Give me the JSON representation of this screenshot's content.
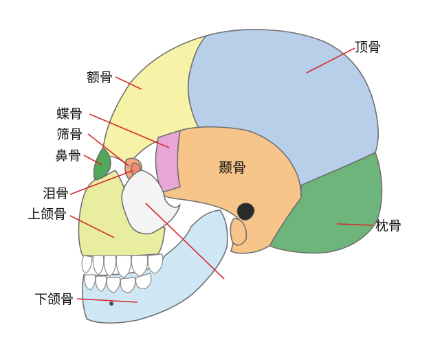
{
  "labels": {
    "parietal": "顶骨",
    "frontal": "额骨",
    "sphenoid": "蝶骨",
    "ethmoid": "筛骨",
    "nasal": "鼻骨",
    "temporal": "颞骨",
    "lacrimal": "泪骨",
    "maxilla": "上颌骨",
    "occipital": "枕骨",
    "mandible": "下颌骨"
  },
  "colors": {
    "parietal": "#b7cfe9",
    "frontal": "#f6f2a8",
    "sphenoid": "#e6a6d6",
    "ethmoid": "#f2a77e",
    "nasal": "#4fa85b",
    "temporal": "#f7c48a",
    "lacrimal": "#f08a70",
    "maxilla": "#e9eda0",
    "occipital": "#6db57a",
    "mandible": "#cfe6f5",
    "zygomatic": "#f4f4f4",
    "leader": "#d8282d"
  }
}
